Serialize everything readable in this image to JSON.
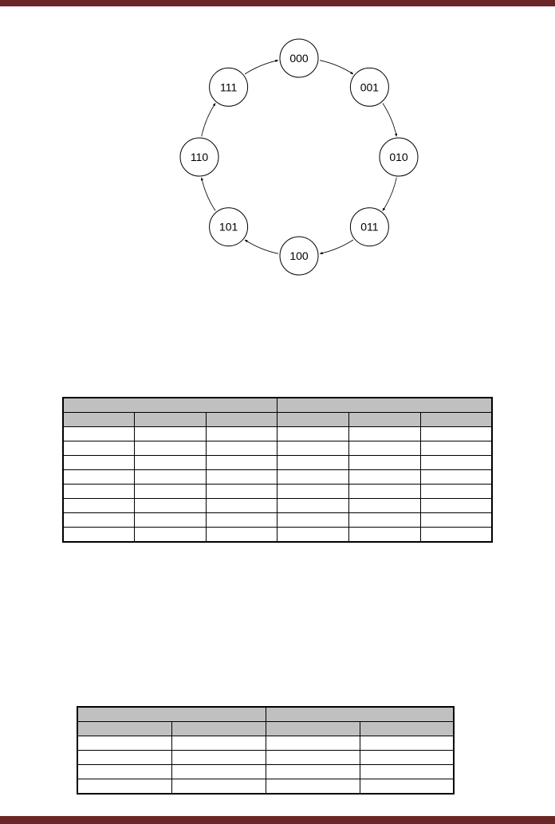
{
  "page": {
    "accent_color": "#6b2626",
    "header_fill": "#c0c0c0"
  },
  "state_diagram": {
    "states": [
      "000",
      "001",
      "010",
      "011",
      "100",
      "101",
      "110",
      "111"
    ],
    "transitions": [
      [
        "000",
        "001"
      ],
      [
        "001",
        "010"
      ],
      [
        "010",
        "011"
      ],
      [
        "011",
        "100"
      ],
      [
        "100",
        "101"
      ],
      [
        "101",
        "110"
      ],
      [
        "110",
        "111"
      ],
      [
        "111",
        "000"
      ]
    ]
  },
  "tables": [
    {
      "group_headers": [
        "",
        ""
      ],
      "group_spans": [
        3,
        3
      ],
      "column_headers": [
        "",
        "",
        "",
        "",
        "",
        ""
      ],
      "rows": [
        [
          "",
          "",
          "",
          "",
          "",
          ""
        ],
        [
          "",
          "",
          "",
          "",
          "",
          ""
        ],
        [
          "",
          "",
          "",
          "",
          "",
          ""
        ],
        [
          "",
          "",
          "",
          "",
          "",
          ""
        ],
        [
          "",
          "",
          "",
          "",
          "",
          ""
        ],
        [
          "",
          "",
          "",
          "",
          "",
          ""
        ],
        [
          "",
          "",
          "",
          "",
          "",
          ""
        ],
        [
          "",
          "",
          "",
          "",
          "",
          ""
        ]
      ]
    },
    {
      "group_headers": [
        "",
        ""
      ],
      "group_spans": [
        2,
        2
      ],
      "column_headers": [
        "",
        "",
        "",
        ""
      ],
      "rows": [
        [
          "",
          "",
          "",
          ""
        ],
        [
          "",
          "",
          "",
          ""
        ],
        [
          "",
          "",
          "",
          ""
        ],
        [
          "",
          "",
          "",
          ""
        ]
      ]
    }
  ]
}
